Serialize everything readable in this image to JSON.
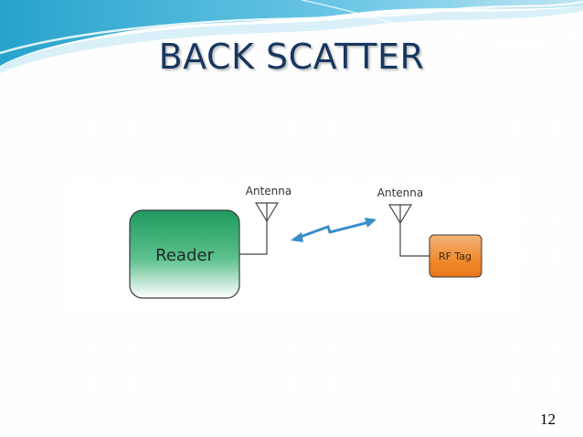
{
  "slide": {
    "title": "BACK SCATTER",
    "page_number": "12"
  },
  "diagram": {
    "reader": {
      "label": "Reader",
      "color": "#2e9f66"
    },
    "reader_antenna": {
      "label": "Antenna"
    },
    "tag_antenna": {
      "label": "Antenna"
    },
    "rf_tag": {
      "label": "RF Tag",
      "color": "#f08a2c"
    },
    "signal": {
      "color": "#3a8ec9"
    }
  },
  "theme": {
    "title_color": "#17375e",
    "header_wave_colors": [
      "#2aa5cc",
      "#8fd3ea",
      "#d6eff7"
    ]
  }
}
